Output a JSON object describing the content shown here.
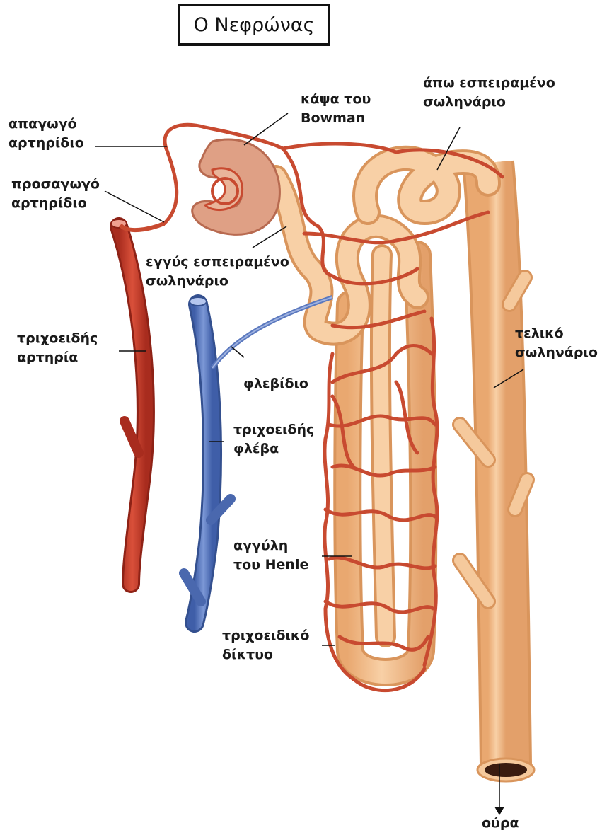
{
  "title": "Ο Νεφρώνας",
  "labels": {
    "efferent_arteriole": [
      "απαγωγό",
      "αρτηρίδιο"
    ],
    "afferent_arteriole": [
      "προσαγωγό",
      "αρτηρίδιο"
    ],
    "bowman_capsule": [
      "κάψα του",
      "Bowman"
    ],
    "distal_tubule": [
      "άπω εσπειραμένο",
      "σωληνάριο"
    ],
    "proximal_tubule": [
      "εγγύς εσπειραμένο",
      "σωληνάριο"
    ],
    "capillary_artery": [
      "τριχοειδής",
      "αρτηρία"
    ],
    "venule": "φλεβίδιο",
    "capillary_vein": [
      "τριχοειδής",
      "φλέβα"
    ],
    "collecting_duct": [
      "τελικό",
      "σωληνάριο"
    ],
    "loop_of_henle": [
      "αγγύλη",
      "του Henle"
    ],
    "capillary_network": [
      "τριχοειδικό",
      "δίκτυο"
    ],
    "urine": "ούρα"
  },
  "colors": {
    "artery": "#c8402e",
    "vein": "#5a78be",
    "tubule": "#f2c08e",
    "capsule": "#d99478",
    "capillary": "#c84a30"
  }
}
